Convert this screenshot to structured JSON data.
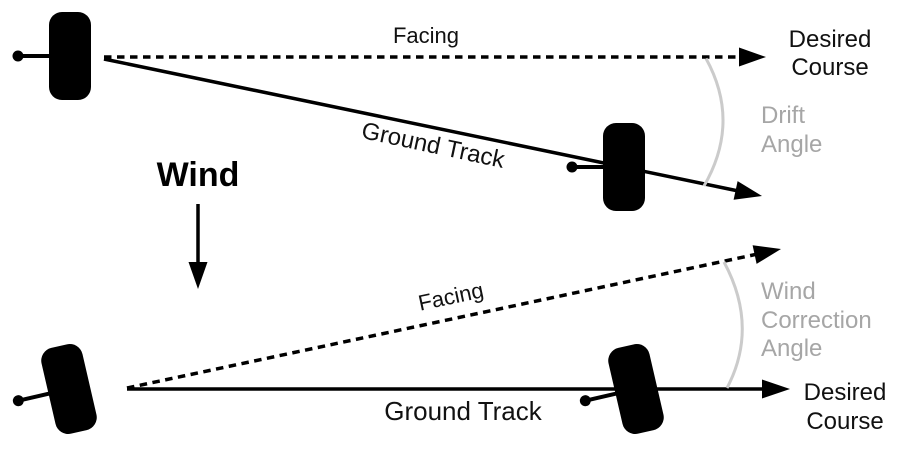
{
  "top_diagram": {
    "facing_label": "Facing",
    "ground_track_label": "Ground Track",
    "desired_course_label": "Desired Course",
    "angle_label": "Drift Angle"
  },
  "wind": {
    "label": "Wind"
  },
  "bottom_diagram": {
    "facing_label": "Facing",
    "ground_track_label": "Ground Track",
    "desired_course_label": "Desired Course",
    "angle_label": "Wind Correction Angle"
  },
  "icons": {
    "aircraft": "aircraft-top-view-icon",
    "wind_arrow": "wind-direction-arrow"
  },
  "colors": {
    "ink": "#000000",
    "muted_text": "#a6a6a6",
    "angle_arc": "#cbcbcb",
    "background": "#ffffff"
  }
}
